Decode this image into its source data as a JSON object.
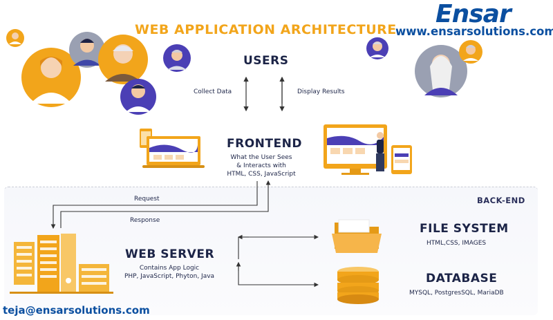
{
  "header": {
    "title": "WEB APPLICATION ARCHITECTURE",
    "brand": "Ensar",
    "website": "www.ensarsolutions.com"
  },
  "footer": {
    "email": "teja@ensarsolutions.com"
  },
  "users": {
    "title": "USERS",
    "left_arrow_label": "Collect Data",
    "right_arrow_label": "Display Results"
  },
  "frontend": {
    "title": "FRONTEND",
    "desc_lines": [
      "What the User Sees",
      "& Interacts with",
      "HTML, CSS, JavaScript"
    ]
  },
  "flow": {
    "request_label": "Request",
    "response_label": "Response"
  },
  "backend": {
    "label": "BACK-END"
  },
  "web_server": {
    "title": "WEB SERVER",
    "desc_lines": [
      "Contains App Logic",
      "PHP, JavaScript, Phyton, Java"
    ]
  },
  "file_system": {
    "title": "FILE SYSTEM",
    "desc": "HTML,CSS, IMAGES"
  },
  "database": {
    "title": "DATABASE",
    "desc": "MYSQL, PostgresSQL, MariaDB"
  },
  "colors": {
    "accent": "#f2a51b",
    "brand_blue": "#0b4fa0",
    "navy": "#1c2447",
    "purple": "#4b3fb5"
  }
}
